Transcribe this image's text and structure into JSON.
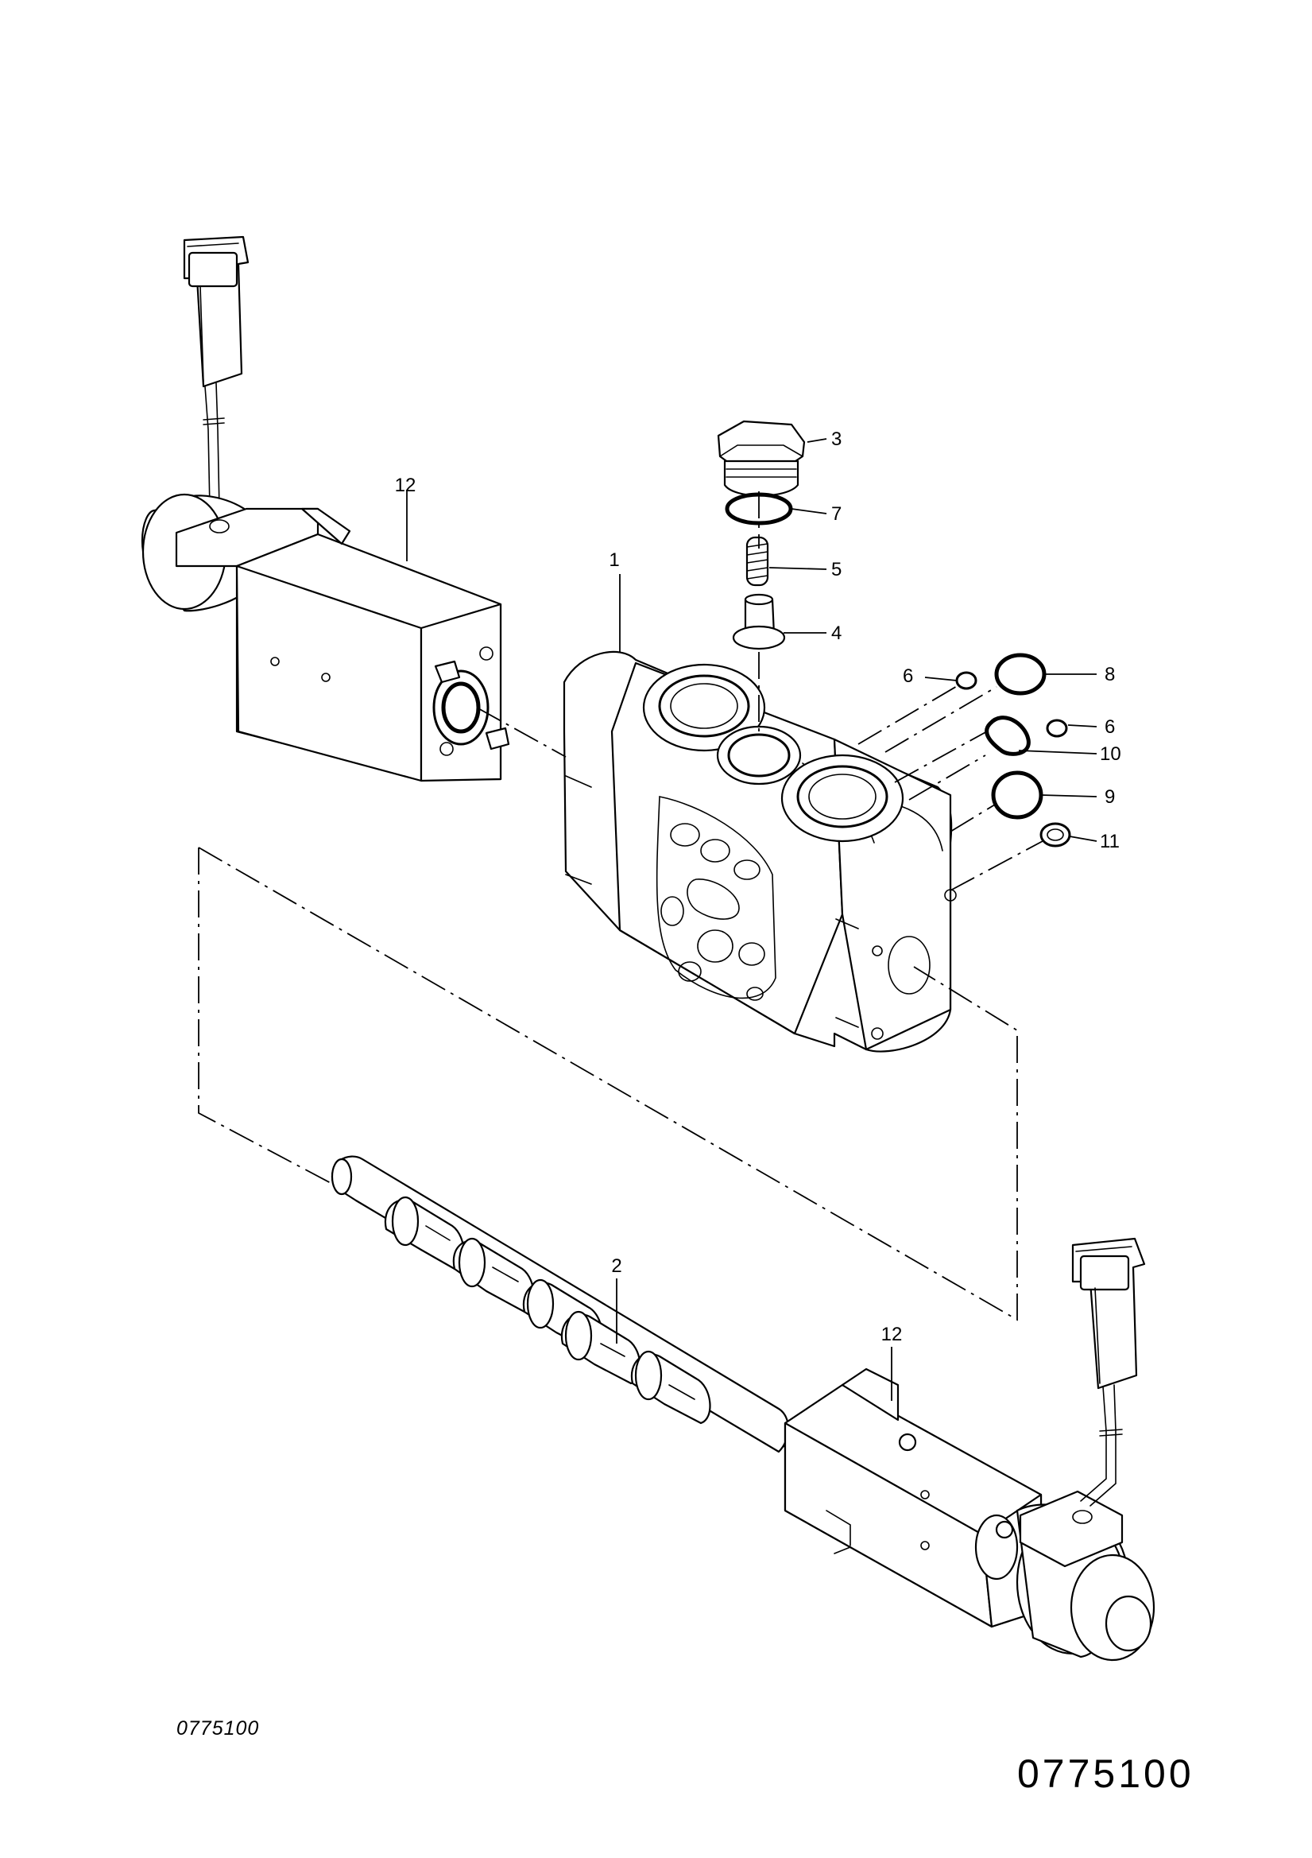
{
  "callouts": {
    "c1": "1",
    "c2": "2",
    "c3": "3",
    "c4": "4",
    "c5": "5",
    "c6a": "6",
    "c6b": "6",
    "c7": "7",
    "c8": "8",
    "c9": "9",
    "c10": "10",
    "c11": "11",
    "c12a": "12",
    "c12b": "12"
  },
  "drawing_code_small": "0775100",
  "drawing_code_large": "0775100"
}
